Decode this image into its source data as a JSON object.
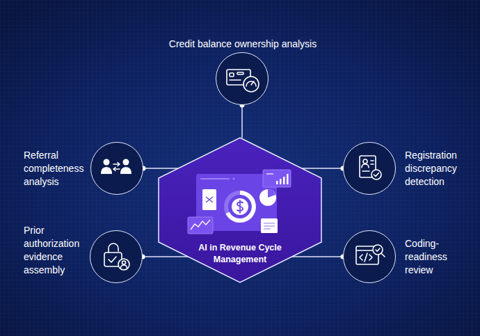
{
  "diagram": {
    "nodes": [
      {
        "text": [
          "Credit balance ownership analysis"
        ]
      },
      {
        "text": [
          "Referral completeness analysis"
        ]
      },
      {
        "text": [
          "AI in Revenue Cycle Management"
        ]
      },
      {
        "text": [
          "Registration discrepancy detection"
        ]
      },
      {
        "text": [
          "Prior authorization evidence assembly"
        ]
      },
      {
        "text": [
          "Coding-readiness review"
        ]
      }
    ],
    "edges": [
      {
        "from": 2,
        "to": 0,
        "arrow": "none"
      },
      {
        "from": 2,
        "to": 1,
        "arrow": "none"
      },
      {
        "from": 2,
        "to": 3,
        "arrow": "none"
      },
      {
        "from": 2,
        "to": 4,
        "arrow": "none"
      },
      {
        "from": 2,
        "to": 5,
        "arrow": "none"
      }
    ]
  }
}
